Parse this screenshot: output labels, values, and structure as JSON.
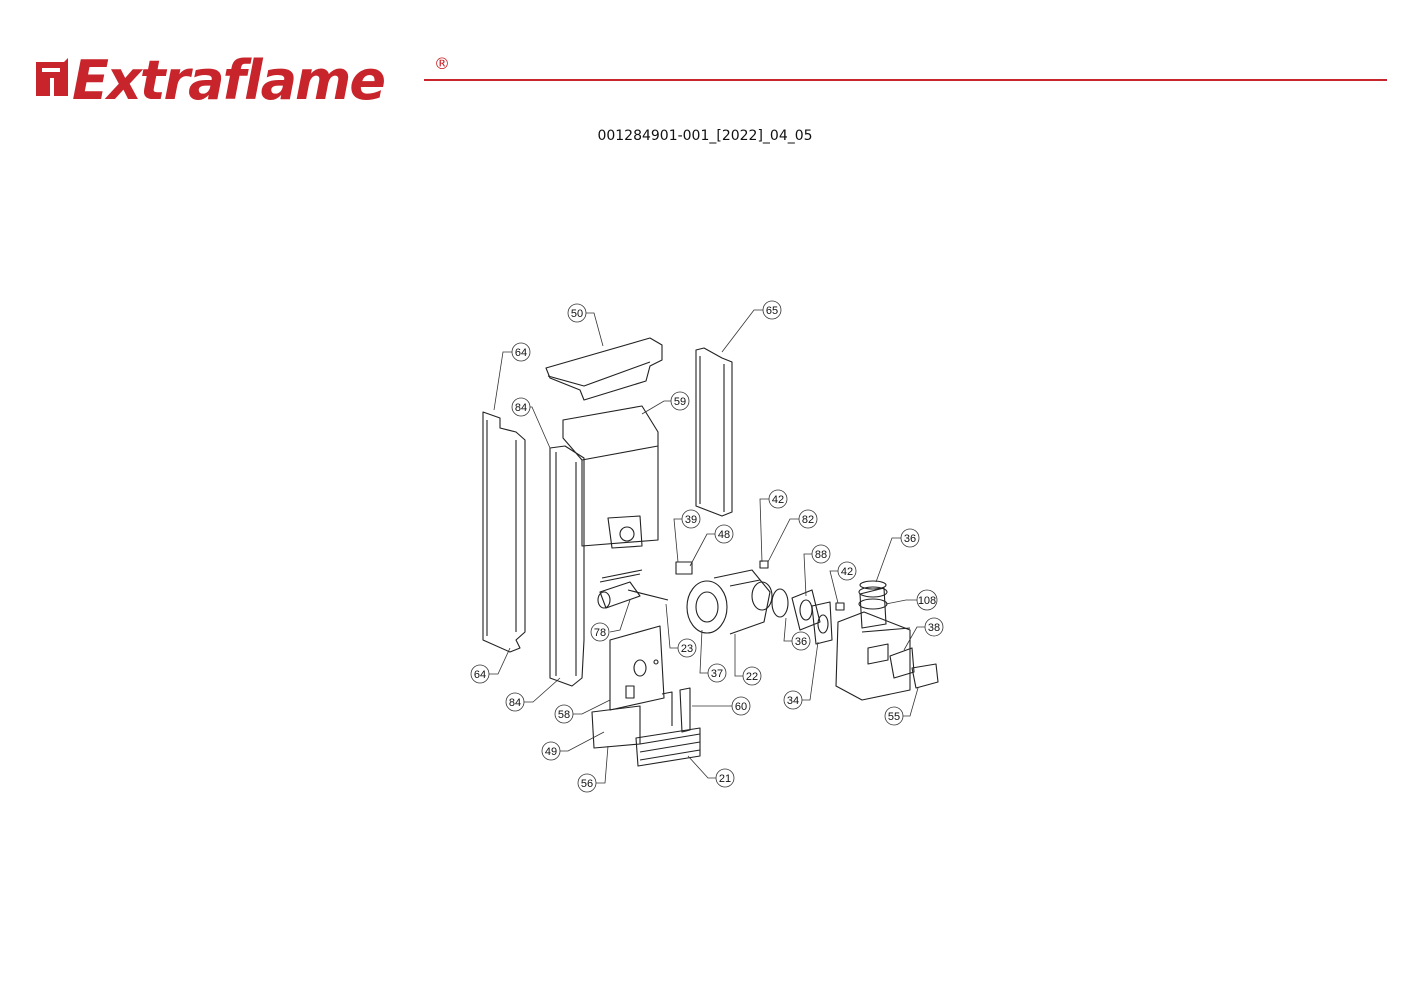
{
  "brand": {
    "name": "Extraflame",
    "registered": "®",
    "color": "#c8242b"
  },
  "document": {
    "code": "001284901-001_[2022]_04_05"
  },
  "callouts": [
    "50",
    "65",
    "64",
    "84",
    "59",
    "42",
    "82",
    "39",
    "48",
    "88",
    "42",
    "36",
    "108",
    "38",
    "78",
    "23",
    "36",
    "37",
    "22",
    "34",
    "55",
    "64",
    "84",
    "58",
    "60",
    "49",
    "56",
    "21"
  ]
}
